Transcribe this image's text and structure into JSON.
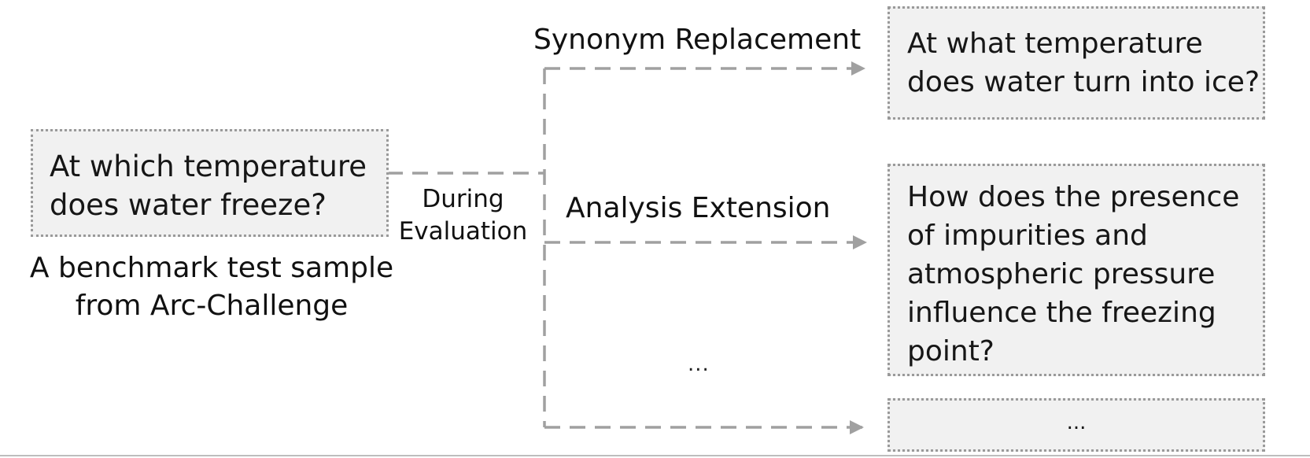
{
  "source": {
    "question": "At which temperature does water freeze?",
    "caption": "A benchmark test sample from Arc-Challenge"
  },
  "connector_label": "During Evaluation",
  "branches": [
    {
      "label": "Synonym Replacement",
      "output": "At what temperature does water turn into ice?"
    },
    {
      "label": "Analysis Extension",
      "output": "How does the presence of impurities and atmospheric pressure influence the freezing point?"
    },
    {
      "label": "...",
      "output": "..."
    }
  ],
  "colors": {
    "box_fill": "#f1f1f1",
    "box_border": "#9a9a9a",
    "arrow": "#a0a0a0"
  }
}
